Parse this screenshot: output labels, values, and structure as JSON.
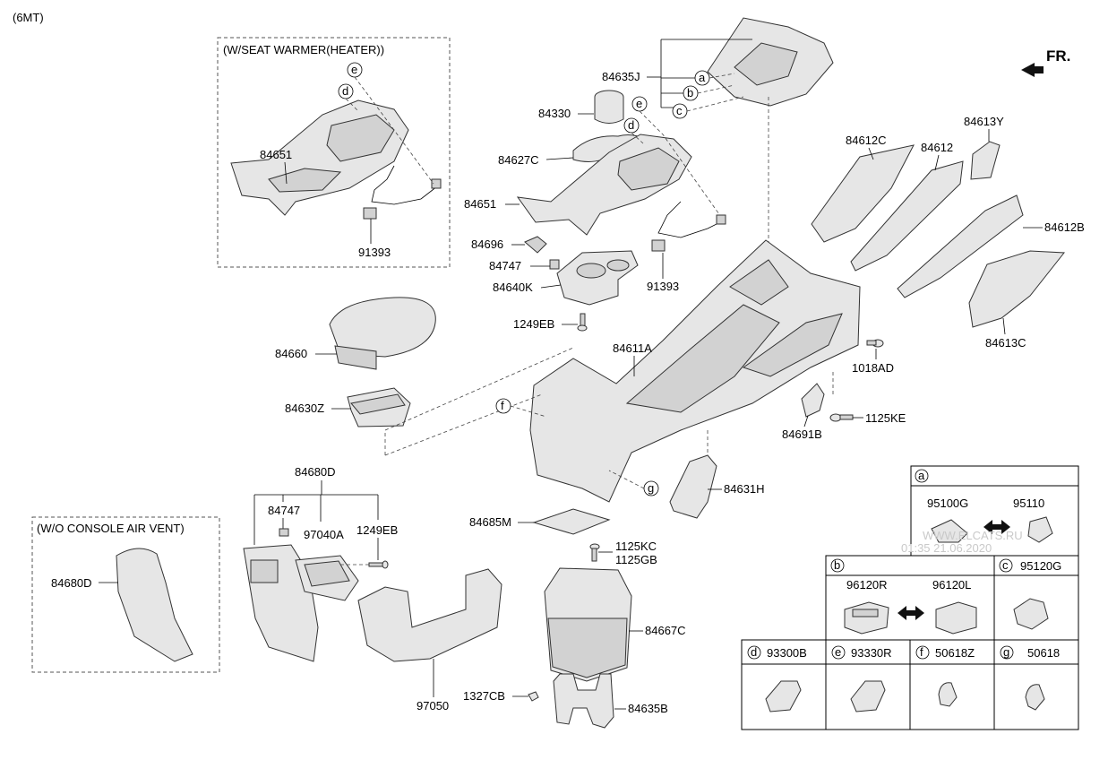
{
  "variant": "(6MT)",
  "direction_label": "FR.",
  "boxes": {
    "seat_warmer": "(W/SEAT WARMER(HEATER))",
    "no_air_vent": "(W/O CONSOLE AIR VENT)"
  },
  "part_numbers": {
    "p84635J": "84635J",
    "p84330": "84330",
    "p84627C": "84627C",
    "p84651": "84651",
    "p84651_box": "84651",
    "p91393": "91393",
    "p91393_box": "91393",
    "p84696": "84696",
    "p84747": "84747",
    "p84640K": "84640K",
    "p1249EB": "1249EB",
    "p84660": "84660",
    "p84630Z": "84630Z",
    "p84611A": "84611A",
    "p84612C": "84612C",
    "p84612": "84612",
    "p84613Y": "84613Y",
    "p84612B": "84612B",
    "p84613C": "84613C",
    "p1018AD": "1018AD",
    "p84691B": "84691B",
    "p1125KE": "1125KE",
    "p84631H": "84631H",
    "p84680D": "84680D",
    "p84747b": "84747",
    "p97040A": "97040A",
    "p1249EB2": "1249EB",
    "p84680D_box": "84680D",
    "p84685M": "84685M",
    "p1125KC": "1125KC",
    "p1125GB": "1125GB",
    "p84667C": "84667C",
    "p97050": "97050",
    "p1327CB": "1327CB",
    "p84635B": "84635B"
  },
  "callouts": {
    "a": "a",
    "b": "b",
    "c": "c",
    "d": "d",
    "e": "e",
    "f": "f",
    "g": "g"
  },
  "legend": {
    "a_tag": "a",
    "a_left": "95100G",
    "a_right": "95110",
    "b_tag": "b",
    "b_left": "96120R",
    "b_right": "96120L",
    "c_tag": "c",
    "c_part": "95120G",
    "d_tag": "d",
    "d_part": "93300B",
    "e_tag": "e",
    "e_part": "93330R",
    "f_tag": "f",
    "f_part": "50618Z",
    "g_tag": "g",
    "g_part": "50618"
  },
  "watermark": {
    "line1": "WWW.ELCATS.RU",
    "line2": "01:35 21.06.2020"
  }
}
